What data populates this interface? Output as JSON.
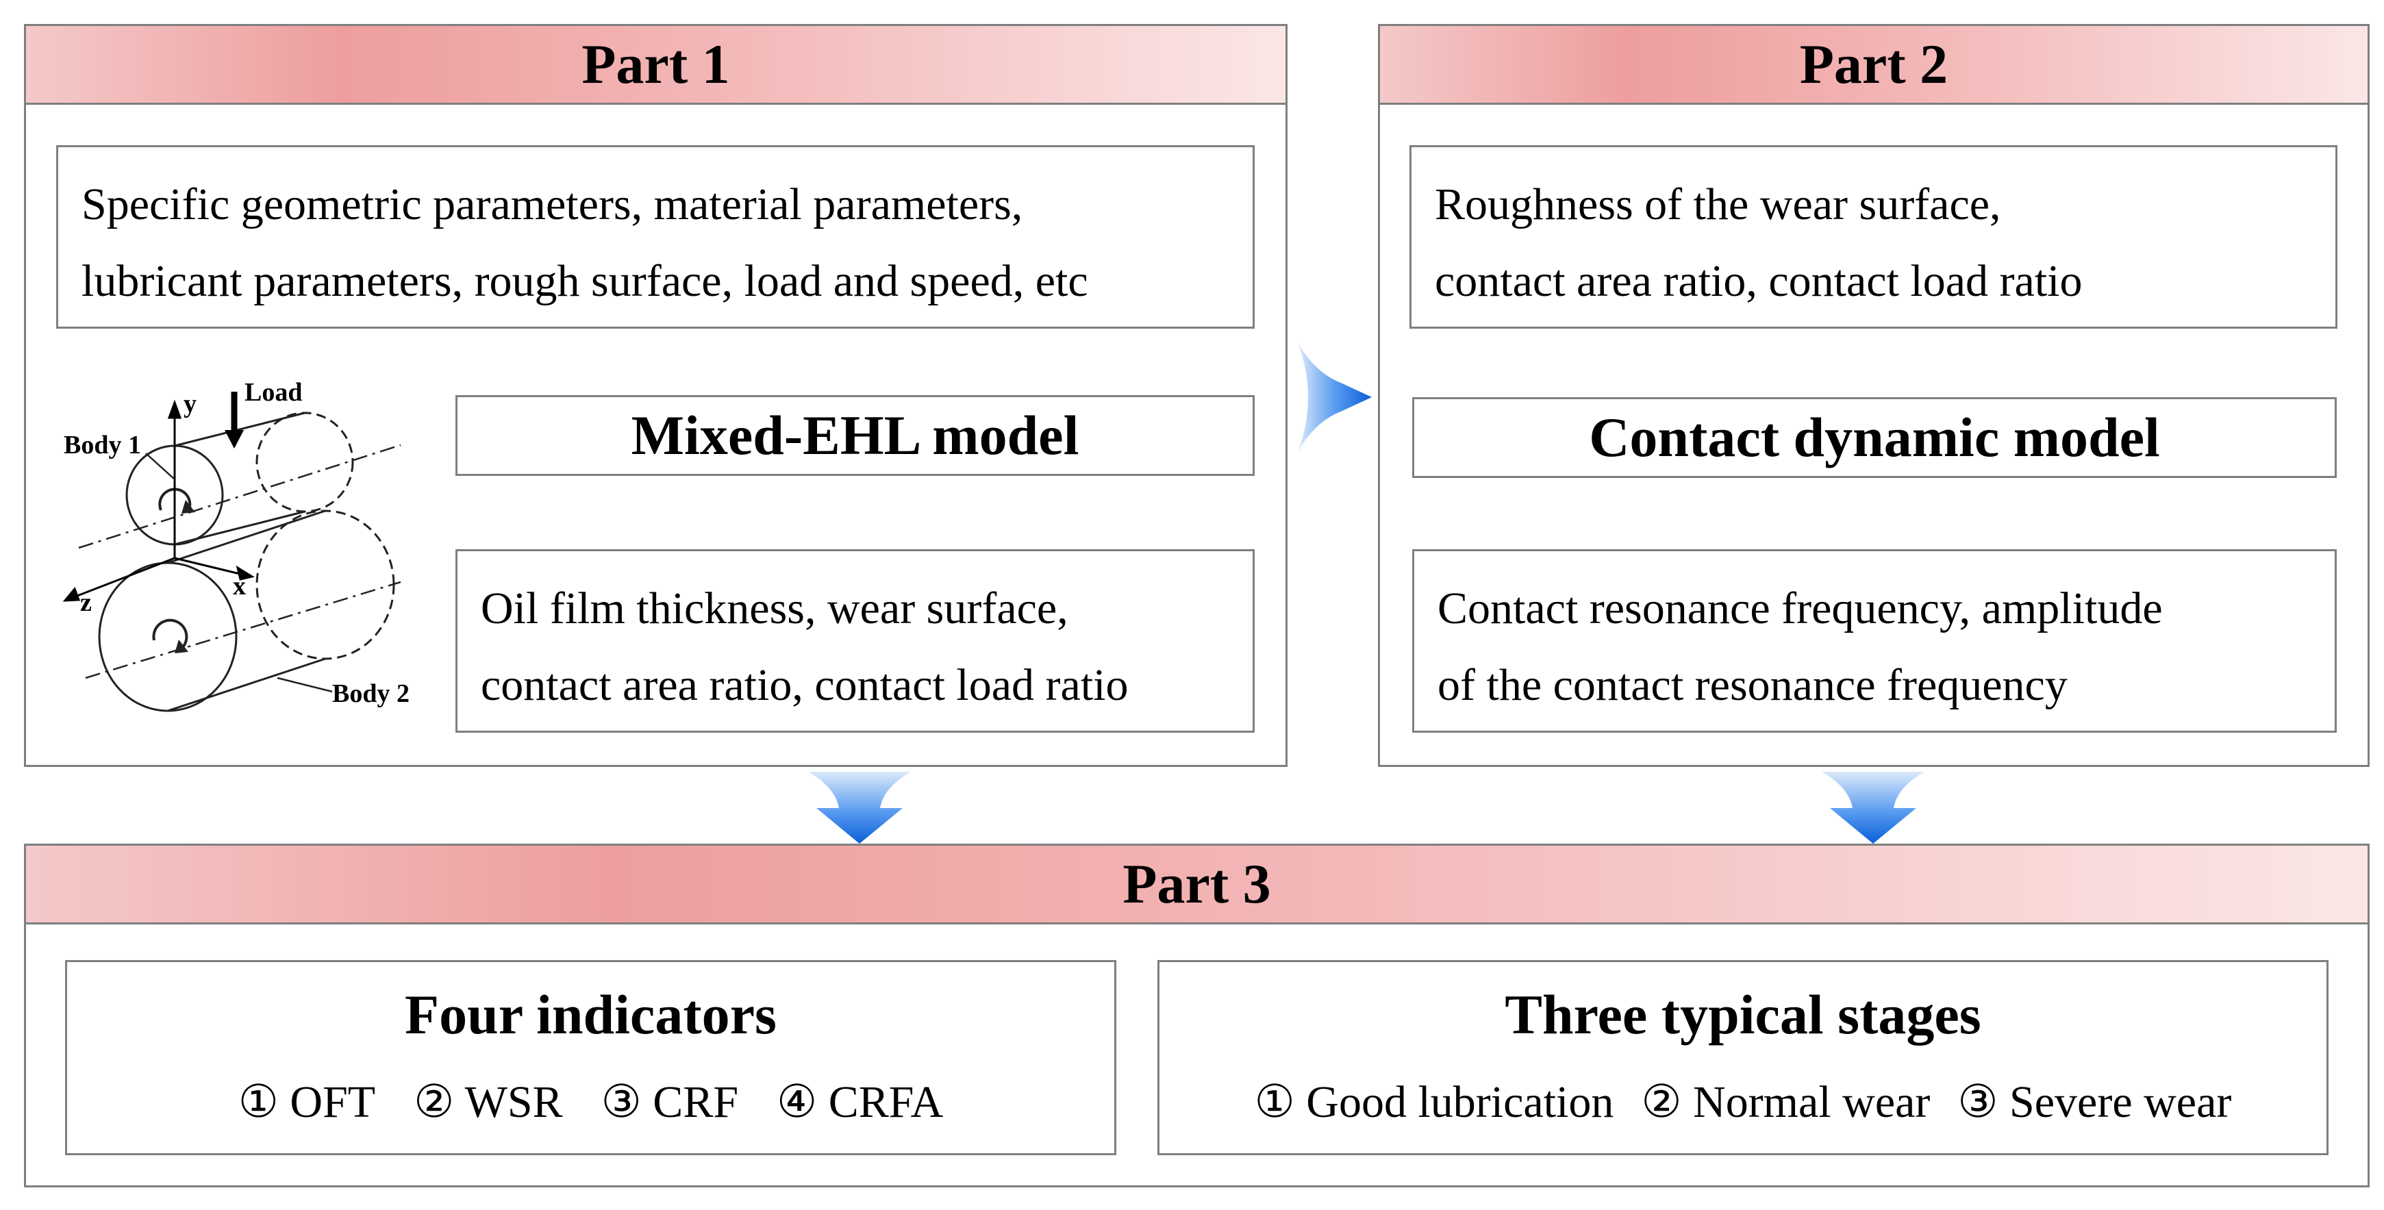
{
  "part1": {
    "title": "Part 1",
    "input_text": [
      "Specific geometric parameters, material parameters,",
      "lubricant parameters, rough surface, load and speed, etc"
    ],
    "model": "Mixed-EHL model",
    "output_text": [
      "Oil film thickness, wear surface,",
      "contact area ratio, contact load ratio"
    ],
    "schematic": {
      "load_label": "Load",
      "body1_label": "Body 1",
      "body2_label": "Body 2",
      "axis_x": "x",
      "axis_y": "y",
      "axis_z": "z"
    }
  },
  "part2": {
    "title": "Part 2",
    "input_text": [
      "Roughness of the wear surface,",
      "contact area ratio, contact load ratio"
    ],
    "model": "Contact dynamic model",
    "output_text": [
      "Contact resonance frequency, amplitude",
      "of the contact resonance frequency"
    ]
  },
  "part3": {
    "title": "Part 3",
    "indicators": {
      "title": "Four indicators",
      "items": [
        "① OFT",
        "② WSR",
        "③ CRF",
        "④ CRFA"
      ]
    },
    "stages": {
      "title": "Three typical stages",
      "items": [
        "① Good lubrication",
        "② Normal wear",
        "③ Severe wear"
      ]
    }
  },
  "colors": {
    "header_pink": "#ee9e9e",
    "arrow_blue": "#1a6fe0",
    "border_gray": "#7f7f7f"
  }
}
